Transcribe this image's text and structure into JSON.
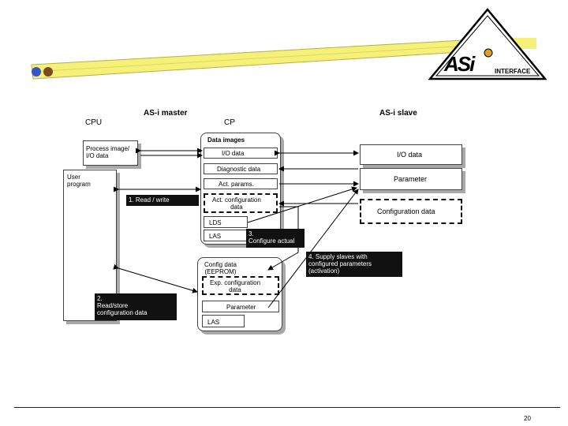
{
  "logo": {
    "mark": "ASi",
    "word": "INTERFACE"
  },
  "diagram": {
    "master_title": "AS-i master",
    "slave_title": "AS-i slave",
    "cpu_label": "CPU",
    "cp_label": "CP",
    "process_image": "Process image/\nI/O data",
    "user_program": "User\nprogram",
    "data_images": "Data images",
    "io_data_cp": "I/O data",
    "diagnostic_data": "Diagnostic data",
    "act_params": "Act. params.",
    "act_config": "Act. configuration\ndata",
    "lds": "LDS",
    "las_top": "LAS",
    "config_data": "Config data\n(EEPROM)",
    "exp_config": "Exp. configuration\ndata",
    "parameter_lower": "Parameter",
    "las_bottom": "LAS",
    "slave_io_data": "I/O data",
    "slave_parameter": "Parameter",
    "slave_config": "Configuration data",
    "step1": "1. Read / write",
    "step2": "2.\nRead/store\nconfiguration data",
    "step3": "3.\nConfigure actual",
    "step4": "4. Supply slaves with\nconfigured parameters\n(activation)"
  },
  "footer": {
    "page_number": "20"
  }
}
